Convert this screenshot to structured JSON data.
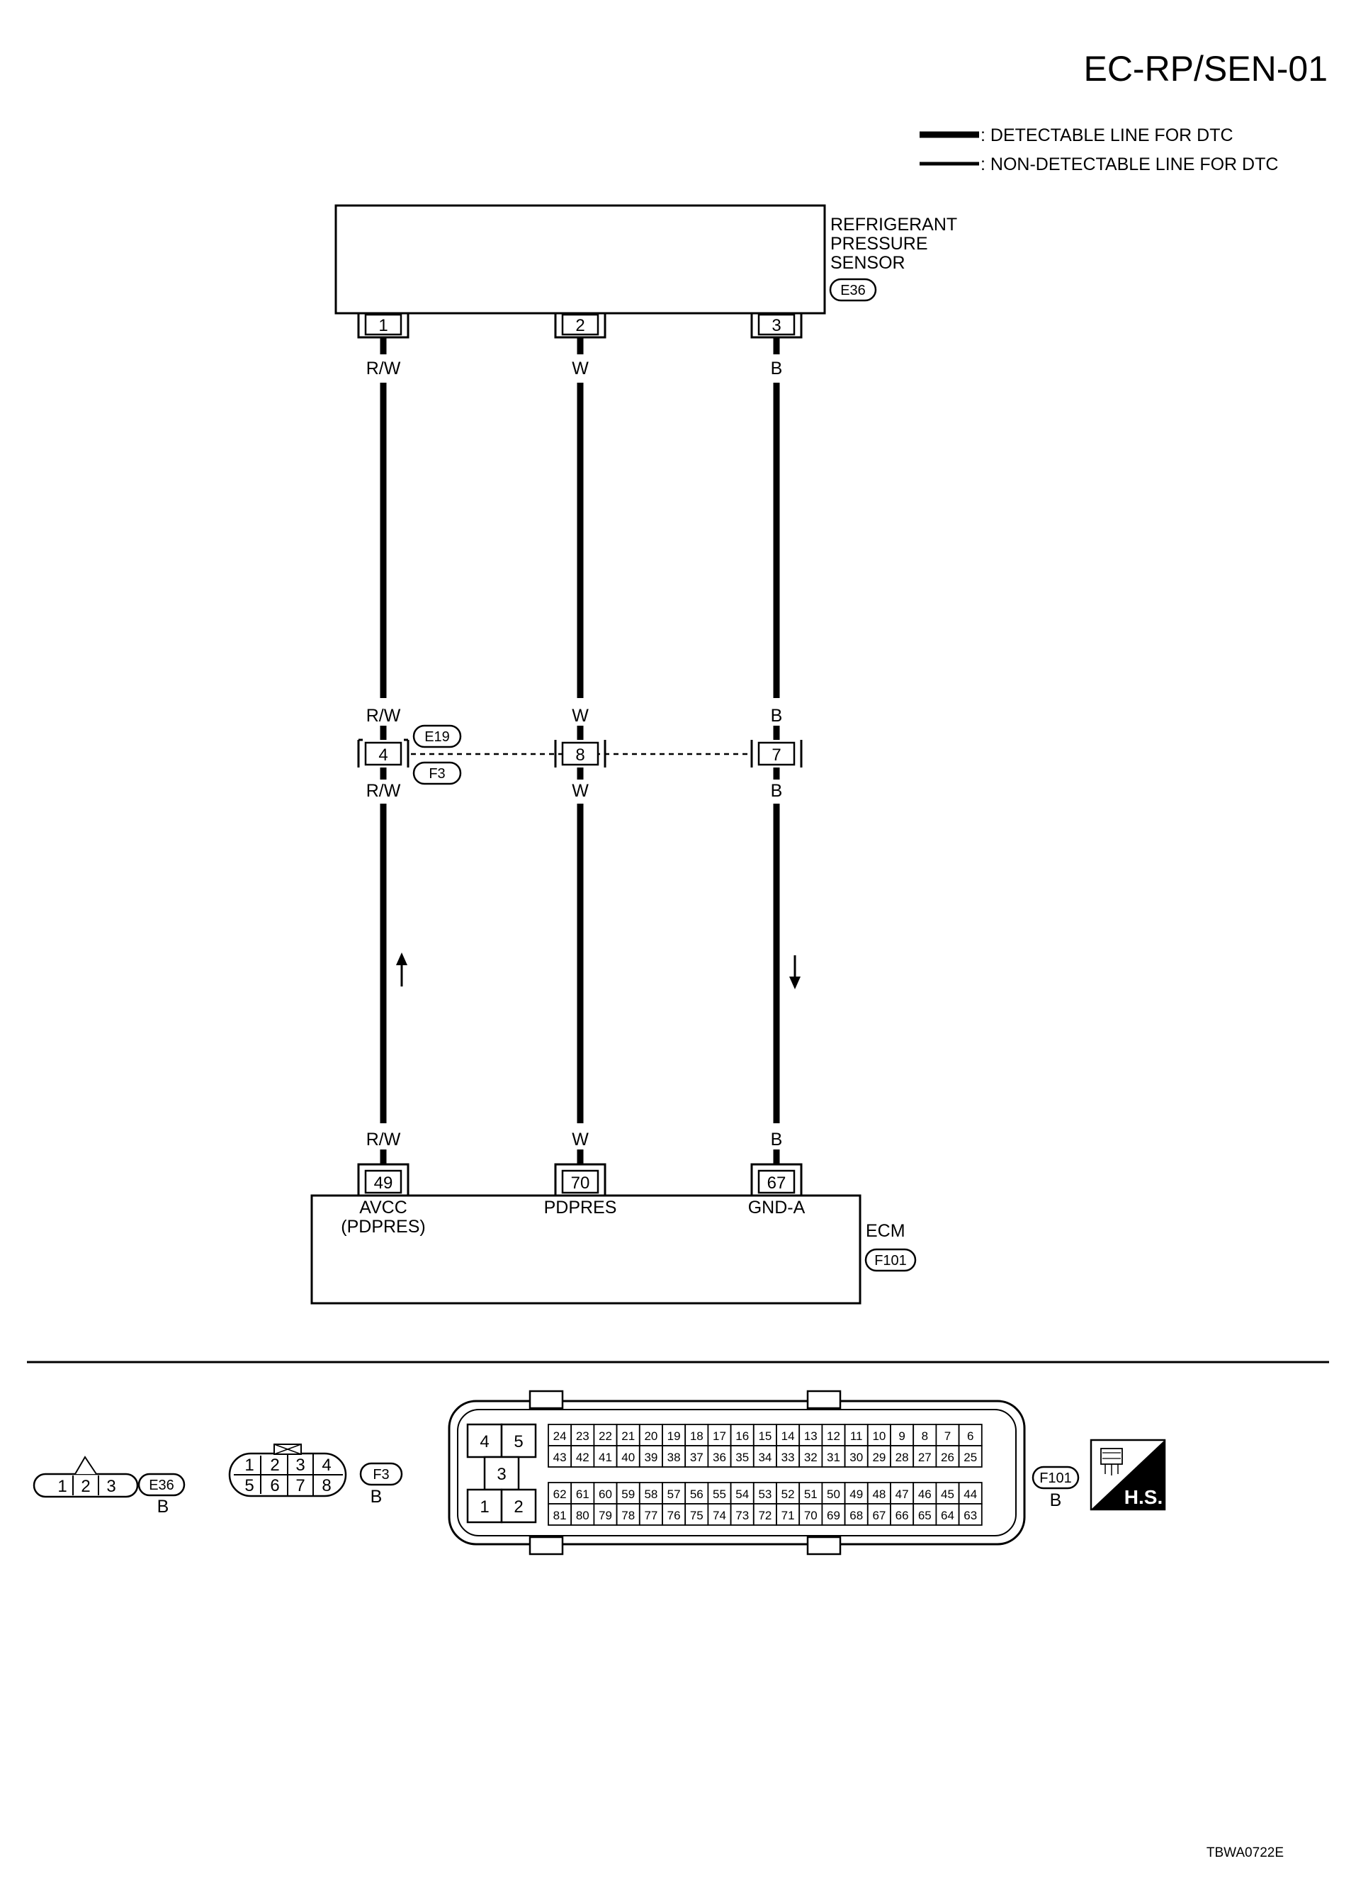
{
  "page_id": "EC-RP/SEN-01",
  "legend": {
    "detectable": ": DETECTABLE LINE FOR DTC",
    "non_detectable": ": NON-DETECTABLE LINE FOR DTC"
  },
  "sensor": {
    "name_lines": [
      "REFRIGERANT",
      "PRESSURE",
      "SENSOR"
    ],
    "connector": "E36",
    "pins": [
      "1",
      "2",
      "3"
    ],
    "wire_colors": [
      "R/W",
      "W",
      "B"
    ]
  },
  "joint": {
    "connector_top": "E19",
    "connector_bottom": "F3",
    "pins": [
      "4",
      "8",
      "7"
    ],
    "colors_above": [
      "R/W",
      "W",
      "B"
    ],
    "colors_below": [
      "R/W",
      "W",
      "B"
    ]
  },
  "ecm": {
    "name": "ECM",
    "connector": "F101",
    "pins": [
      "49",
      "70",
      "67"
    ],
    "colors_above": [
      "R/W",
      "W",
      "B"
    ],
    "terminal_labels": [
      [
        "AVCC",
        "(PDPRES)"
      ],
      [
        "PDPRES"
      ],
      [
        "GND-A"
      ]
    ]
  },
  "connector_views": {
    "e36": {
      "pins": [
        "1",
        "2",
        "3"
      ],
      "id": "E36",
      "color": "B"
    },
    "f3": {
      "pins_top": [
        "1",
        "2",
        "3",
        "4"
      ],
      "pins_bottom": [
        "5",
        "6",
        "7",
        "8"
      ],
      "id": "F3",
      "color": "B"
    },
    "f101": {
      "id": "F101",
      "color": "B",
      "big_pins": [
        "4",
        "5",
        "3",
        "1",
        "2"
      ],
      "row1": [
        "24",
        "23",
        "22",
        "21",
        "20",
        "19",
        "18",
        "17",
        "16",
        "15",
        "14",
        "13",
        "12",
        "11",
        "10",
        "9",
        "8",
        "7",
        "6"
      ],
      "row2": [
        "43",
        "42",
        "41",
        "40",
        "39",
        "38",
        "37",
        "36",
        "35",
        "34",
        "33",
        "32",
        "31",
        "30",
        "29",
        "28",
        "27",
        "26",
        "25"
      ],
      "row3": [
        "62",
        "61",
        "60",
        "59",
        "58",
        "57",
        "56",
        "55",
        "54",
        "53",
        "52",
        "51",
        "50",
        "49",
        "48",
        "47",
        "46",
        "45",
        "44"
      ],
      "row4": [
        "81",
        "80",
        "79",
        "78",
        "77",
        "76",
        "75",
        "74",
        "73",
        "72",
        "71",
        "70",
        "69",
        "68",
        "67",
        "66",
        "65",
        "64",
        "63"
      ]
    },
    "hs_label": "H.S."
  },
  "footer_code": "TBWA0722E"
}
